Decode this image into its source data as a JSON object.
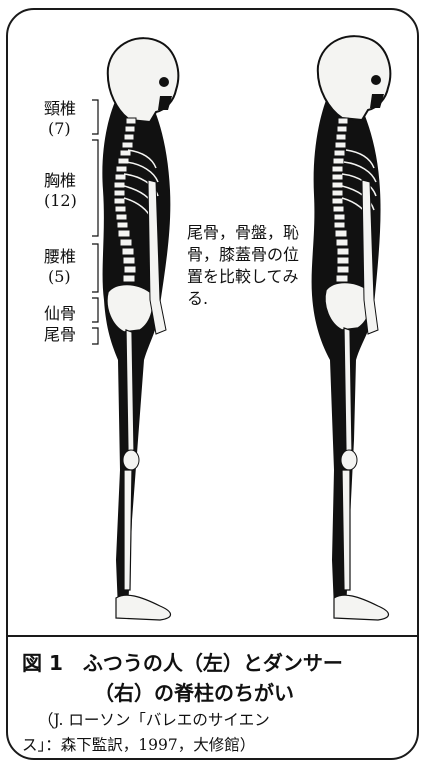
{
  "labels": {
    "cervical": "頸椎",
    "cervical_count": "(7)",
    "thoracic": "胸椎",
    "thoracic_count": "(12)",
    "lumbar": "腰椎",
    "lumbar_count": "(5)",
    "sacrum": "仙骨",
    "coccyx": "尾骨"
  },
  "annotation": {
    "line1": "尾骨，骨盤，恥",
    "line2": "骨，膝蓋骨の位",
    "line3": "置を比較してみ",
    "line4": "る."
  },
  "caption": {
    "title_line1": "図 1　ふつうの人（左）とダンサー",
    "title_line2": "（右）の脊柱のちがい",
    "source_line1": "（J. ローソン「バレエのサイエン",
    "source_line2": "ス」：森下監訳，1997，大修館）"
  },
  "colors": {
    "ink": "#111111",
    "bone": "#f4f4f2",
    "background": "#ffffff"
  }
}
